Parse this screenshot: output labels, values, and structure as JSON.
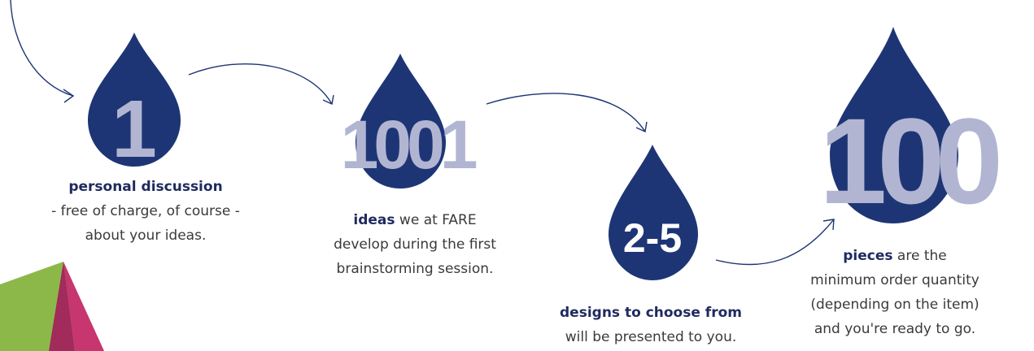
{
  "colors": {
    "drop": "#1e3575",
    "light_number": "#b2b5d2",
    "white_number": "#ffffff",
    "arrow": "#1e3575",
    "text": "#3a3a3a"
  },
  "steps": [
    {
      "number": "1",
      "bold": "personal discussion",
      "lines": [
        "- free of charge, of course -",
        "about your ideas."
      ]
    },
    {
      "number": "1001",
      "bold": "ideas",
      "bold_suffix": " we at FARE",
      "lines": [
        "develop during the first",
        "brainstorming session."
      ]
    },
    {
      "number": "2-5",
      "bold": "designs to choose from",
      "lines": [
        "will be presented to you."
      ]
    },
    {
      "number": "100",
      "bold": "pieces",
      "bold_suffix": " are the",
      "lines": [
        "minimum order quantity",
        "(depending on the item)",
        "and you're ready to go."
      ]
    }
  ]
}
